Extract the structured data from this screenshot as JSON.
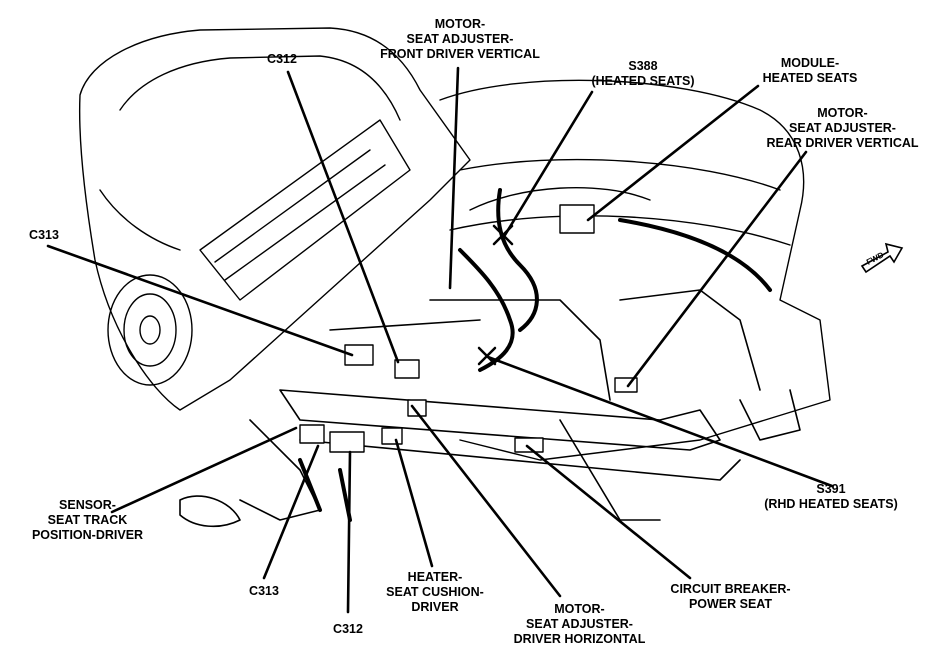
{
  "callouts": {
    "motor_front_vertical": [
      "MOTOR-",
      "SEAT ADJUSTER-",
      "FRONT DRIVER VERTICAL"
    ],
    "c312_top": [
      "C312"
    ],
    "s388": [
      "S388",
      "(HEATED SEATS)"
    ],
    "module_heated": [
      "MODULE-",
      "HEATED SEATS"
    ],
    "motor_rear_vertical": [
      "MOTOR-",
      "SEAT ADJUSTER-",
      "REAR DRIVER VERTICAL"
    ],
    "c313_left": [
      "C313"
    ],
    "sensor_track": [
      "SENSOR-",
      "SEAT TRACK",
      "POSITION-DRIVER"
    ],
    "s391": [
      "S391",
      "(RHD HEATED SEATS)"
    ],
    "c313_bottom": [
      "C313"
    ],
    "heater_cushion": [
      "HEATER-",
      "SEAT CUSHION-",
      "DRIVER"
    ],
    "c312_bottom": [
      "C312"
    ],
    "motor_horizontal": [
      "MOTOR-",
      "SEAT ADJUSTER-",
      "DRIVER HORIZONTAL"
    ],
    "circuit_breaker": [
      "CIRCUIT BREAKER-",
      "POWER SEAT"
    ]
  },
  "fwd_label": "FWD"
}
